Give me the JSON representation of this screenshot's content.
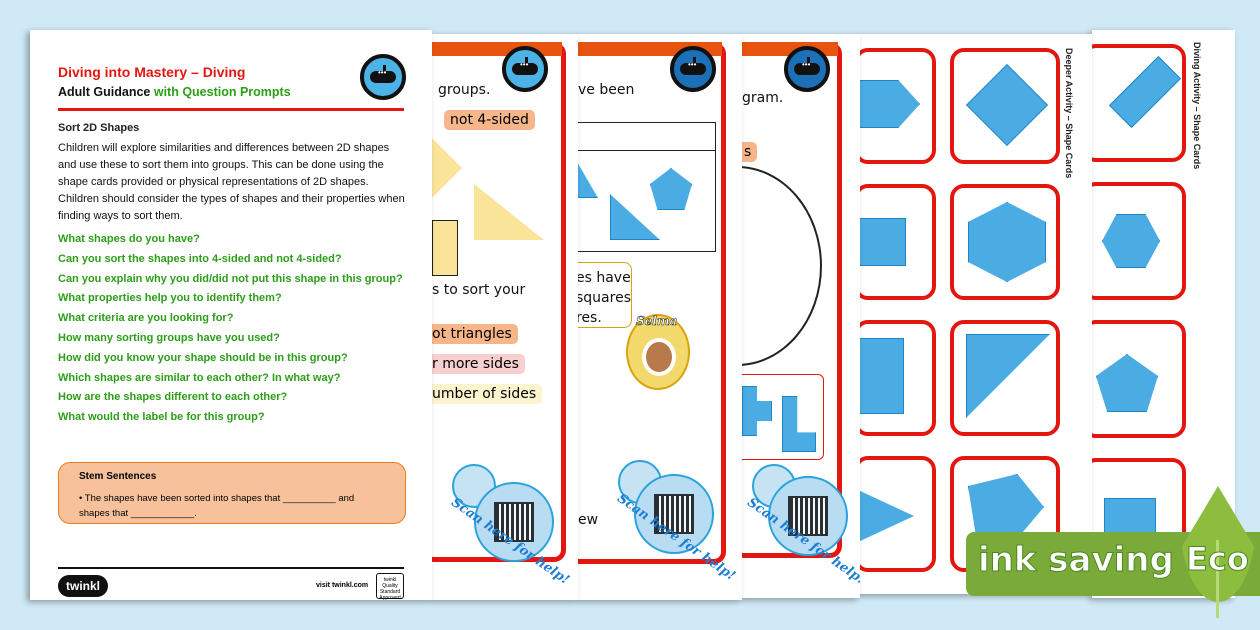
{
  "guidance_page": {
    "title": "Diving into Mastery – Diving",
    "subtitle_black": "Adult Guidance",
    "subtitle_green": "with Question Prompts",
    "section": "Sort 2D Shapes",
    "intro": "Children will explore similarities and differences between 2D shapes and use these to sort them into groups. This can be done using the shape cards provided or physical representations of 2D shapes. Children should consider the types of shapes and their properties when finding ways to sort them.",
    "prompts": [
      "What shapes do you have?",
      "Can you sort the shapes into 4-sided and not 4-sided?",
      "Can you explain why you did/did not put this shape in this group?",
      "What properties help you to identify them?",
      "What criteria are you looking for?",
      "How many sorting groups have you used?",
      "How did you know your shape should be in this group?",
      "Which shapes are similar to each other? In what way?",
      "How are the shapes different to each other?",
      "What would the label be for this group?"
    ],
    "stem_title": "Stem Sentences",
    "stem_sentence": "• The shapes have been sorted into shapes that __________ and shapes that ____________.",
    "logo": "twinkl",
    "visit": "visit twinkl.com",
    "approved": "twinkl Quality Standard Approved"
  },
  "activity_page_1": {
    "line1": "groups.",
    "tag1": "not 4-sided",
    "line2": "s to sort your",
    "tag2": "ot triangles",
    "tag3": "r more sides",
    "tag4": "umber of sides",
    "scan": "Scan here for help!"
  },
  "activity_page_2": {
    "line1": "ve been",
    "speech": [
      "es have",
      "squares",
      "res."
    ],
    "character": "Selma",
    "line2": "ew",
    "scan": "Scan here for help!"
  },
  "activity_page_3": {
    "line1": "gram.",
    "tag1": "s",
    "scan": "Scan here for help!"
  },
  "cards_page_1": {
    "label": "Deeper Activity – Shape Cards"
  },
  "cards_page_2": {
    "label": "Diving Activity – Shape Cards"
  },
  "eco_badge": {
    "text": "ink saving",
    "eco": "Eco"
  },
  "colors": {
    "red": "#e3170f",
    "green": "#2c9e18",
    "shape_blue": "#4aace3",
    "eco_green": "#7aab3a"
  }
}
